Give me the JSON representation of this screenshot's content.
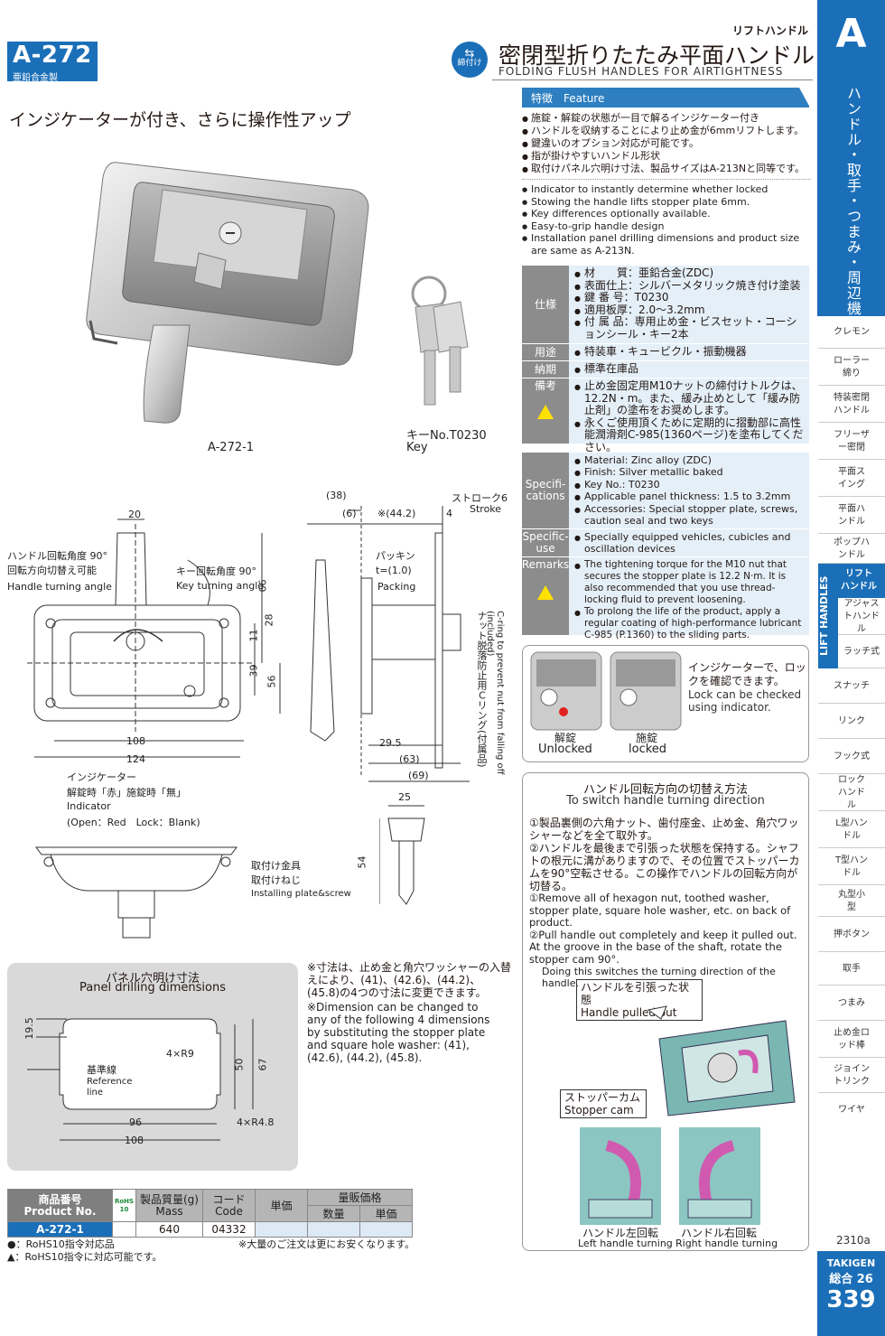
{
  "header": {
    "code": "A-272",
    "material": "亜鉛合金製",
    "category_jp": "リフトハンドル",
    "title_jp": "密閉型折りたたみ平面ハンドル",
    "title_en": "FOLDING FLUSH HANDLES FOR AIRTIGHTNESS",
    "badge": "締付け"
  },
  "headline": "インジケーターが付き、さらに操作性アップ",
  "photo": {
    "caption": "A-272-1",
    "key_caption_jp": "キーNo.T0230",
    "key_caption_en": "Key"
  },
  "feature": {
    "title": "特徴　Feature",
    "jp": [
      "施錠・解錠の状態が一目で解るインジケーター付き",
      "ハンドルを収納することにより止め金が6mmリフトします。",
      "鍵違いのオプション対応が可能です。",
      "指が掛けやすいハンドル形状",
      "取付けパネル穴明け寸法、製品サイズはA-213Nと同等です。"
    ],
    "en": [
      "Indicator to instantly determine whether locked",
      "Stowing the handle lifts stopper plate 6mm.",
      "Key differences optionally available.",
      "Easy-to-grip handle design",
      "Installation panel drilling dimensions and product size are same as A-213N."
    ]
  },
  "spec_jp": [
    {
      "label": "仕様",
      "items": [
        "材　　質：亜鉛合金(ZDC)",
        "表面仕上：シルバーメタリック焼き付け塗装",
        "鍵 番 号：T0230",
        "適用板厚：2.0〜3.2mm",
        "付 属 品：専用止め金・ビスセット・コーションシール・キー2本"
      ]
    },
    {
      "label": "用途",
      "items": [
        "特装車・キュービクル・振動機器"
      ]
    },
    {
      "label": "納期",
      "items": [
        "標準在庫品"
      ]
    },
    {
      "label": "備考",
      "items": [
        "止め金固定用M10ナットの締付けトルクは、12.2N・m。また、緩み止めとして「緩み防止剤」の塗布をお奨めします。",
        "永くご使用頂くために定期的に摺動部に高性能潤滑剤C-985(1360ページ)を塗布してください。"
      ]
    }
  ],
  "spec_en": [
    {
      "label": "Specifi-cations",
      "items": [
        "Material: Zinc alloy (ZDC)",
        "Finish: Silver metallic baked",
        "Key No.: T0230",
        "Applicable panel thickness: 1.5 to 3.2mm",
        "Accessories: Special stopper plate, screws, caution seal and two keys"
      ]
    },
    {
      "label": "Specific-use",
      "items": [
        "Specially equipped vehicles, cubicles and oscillation devices"
      ]
    },
    {
      "label": "Remarks",
      "items": [
        "The tightening torque for the M10 nut that secures the stopper plate is 12.2 N·m. It is also recommended that you use thread-locking fluid to prevent loosening.",
        "To prolong the life of the product, apply a regular coating of high-performance lubricant C-985 (P.1360) to the sliding parts."
      ]
    }
  ],
  "indicator": {
    "text_jp": "インジケーターで、ロックを確認できます。",
    "text_en": "Lock can be checked using indicator.",
    "unlocked_jp": "解錠",
    "unlocked_en": "Unlocked",
    "locked_jp": "施錠",
    "locked_en": "locked"
  },
  "switch": {
    "title_jp": "ハンドル回転方向の切替え方法",
    "title_en": "To switch handle turning direction",
    "steps": [
      "①製品裏側の六角ナット、歯付座金、止め金、角穴ワッシャーなどを全て取外す。",
      "②ハンドルを最後まで引張った状態を保持する。シャフトの根元に溝がありますので、その位置でストッパーカムを90°空転させる。この操作でハンドルの回転方向が切替る。",
      "①Remove all of hexagon nut, toothed washer, stopper plate, square hole washer, etc. on back of product.",
      "②Pull handle out completely and keep it pulled out. At the groove in the base of the shaft, rotate the stopper cam 90°.",
      "Doing this switches the turning direction of the handle."
    ],
    "pulled_jp": "ハンドルを引張った状態",
    "pulled_en": "Handle pulled out",
    "cam_jp": "ストッパーカム",
    "cam_en": "Stopper cam",
    "left_jp": "ハンドル左回転",
    "left_en": "Left handle turning",
    "right_jp": "ハンドル右回転",
    "right_en": "Right handle turning"
  },
  "drawing": {
    "handle_angle": "ハンドル回転角度 90°",
    "handle_switch": "回転方向切替え可能",
    "handle_angle_en": "Handle turning angle",
    "key_angle": "キー回転角度 90°",
    "key_angle_en": "Key turning angle",
    "packing": "パッキン",
    "packing_t": "t=(1.0)",
    "packing_en": "Packing",
    "stroke": "ストローク6",
    "stroke_en": "Stroke",
    "indicator_jp": "インジケーター",
    "indicator_detail": "解錠時「赤」施錠時「無」",
    "indicator_en": "Indicator",
    "indicator_detail_en": "(Open：Red　Lock：Blank)",
    "mount_jp1": "取付け金具",
    "mount_jp2": "取付けねじ",
    "mount_en": "Installing plate&screw",
    "cring_jp": "ナット脱落防止用Ｃリング(付属品)",
    "cring_en": "C-ring to prevent nut from falling off (included)",
    "dims": {
      "d20": "20",
      "d66": "66",
      "d28": "28",
      "d11": "11",
      "d39": "39",
      "d56": "56",
      "d108": "108",
      "d124": "124",
      "d38": "(38)",
      "d6": "(6)",
      "d442": "※(44.2)",
      "d4": "4",
      "d295": "29.5",
      "d63": "(63)",
      "d69": "(69)",
      "d25": "25",
      "d54": "54"
    }
  },
  "panel": {
    "title_jp": "パネル穴明け寸法",
    "title_en": "Panel drilling dimensions",
    "ref_jp": "基準線",
    "ref_en": "Reference line",
    "d195": "19.5",
    "r9": "4×R9",
    "d50": "50",
    "d67": "67",
    "d96": "96",
    "d108": "108",
    "r48": "4×R4.8"
  },
  "note": {
    "jp": "※寸法は、止め金と角穴ワッシャーの入替えにより、(41)、(42.6)、(44.2)、(45.8)の4つの寸法に変更できます。",
    "en": "※Dimension can be changed to any of the following 4 dimensions by substituting the stopper plate and square hole washer: (41), (42.6), (44.2), (45.8)."
  },
  "table": {
    "h_product": "商品番号",
    "h_product_en": "Product No.",
    "h_rohs": "RoHS 10",
    "h_mass": "製品質量(g)",
    "h_mass_en": "Mass",
    "h_code": "コード",
    "h_code_en": "Code",
    "h_price": "単価",
    "h_vol": "量販価格",
    "h_qty": "数量",
    "h_uprice": "単価",
    "rows": [
      {
        "product": "A-272-1",
        "mass": "640",
        "code": "04332"
      }
    ],
    "legend1": "●：RoHS10指令対応品",
    "legend2": "▲：RoHS10指令に対応可能です。",
    "footnote": "※大量のご注文は更にお安くなります。"
  },
  "sidebar": {
    "letter": "A",
    "section": "ハンドル・取手・つまみ・周辺機器",
    "lift_jp": "リフト",
    "lift_jp2": "ハンドル",
    "lift_en": "LIFT HANDLES",
    "items": [
      "クレモン",
      "ローラー締り",
      "特装密閉ハンドル",
      "フリーザー密閉",
      "平面スイング",
      "平面ハンドル",
      "ポップハンドル",
      "",
      "アジャストハンドル",
      "ラッチ式",
      "スナッチ",
      "リンク",
      "フック式",
      "ロックハンドル",
      "L型ハンドル",
      "T型ハンドル",
      "丸型小型",
      "押ボタン",
      "取手",
      "つまみ",
      "止め金ロッド棒",
      "ジョイントリンク",
      "ワイヤ"
    ],
    "version": "2310a",
    "brand": "TAKIGEN",
    "sogo": "総合 26",
    "page": "339"
  }
}
